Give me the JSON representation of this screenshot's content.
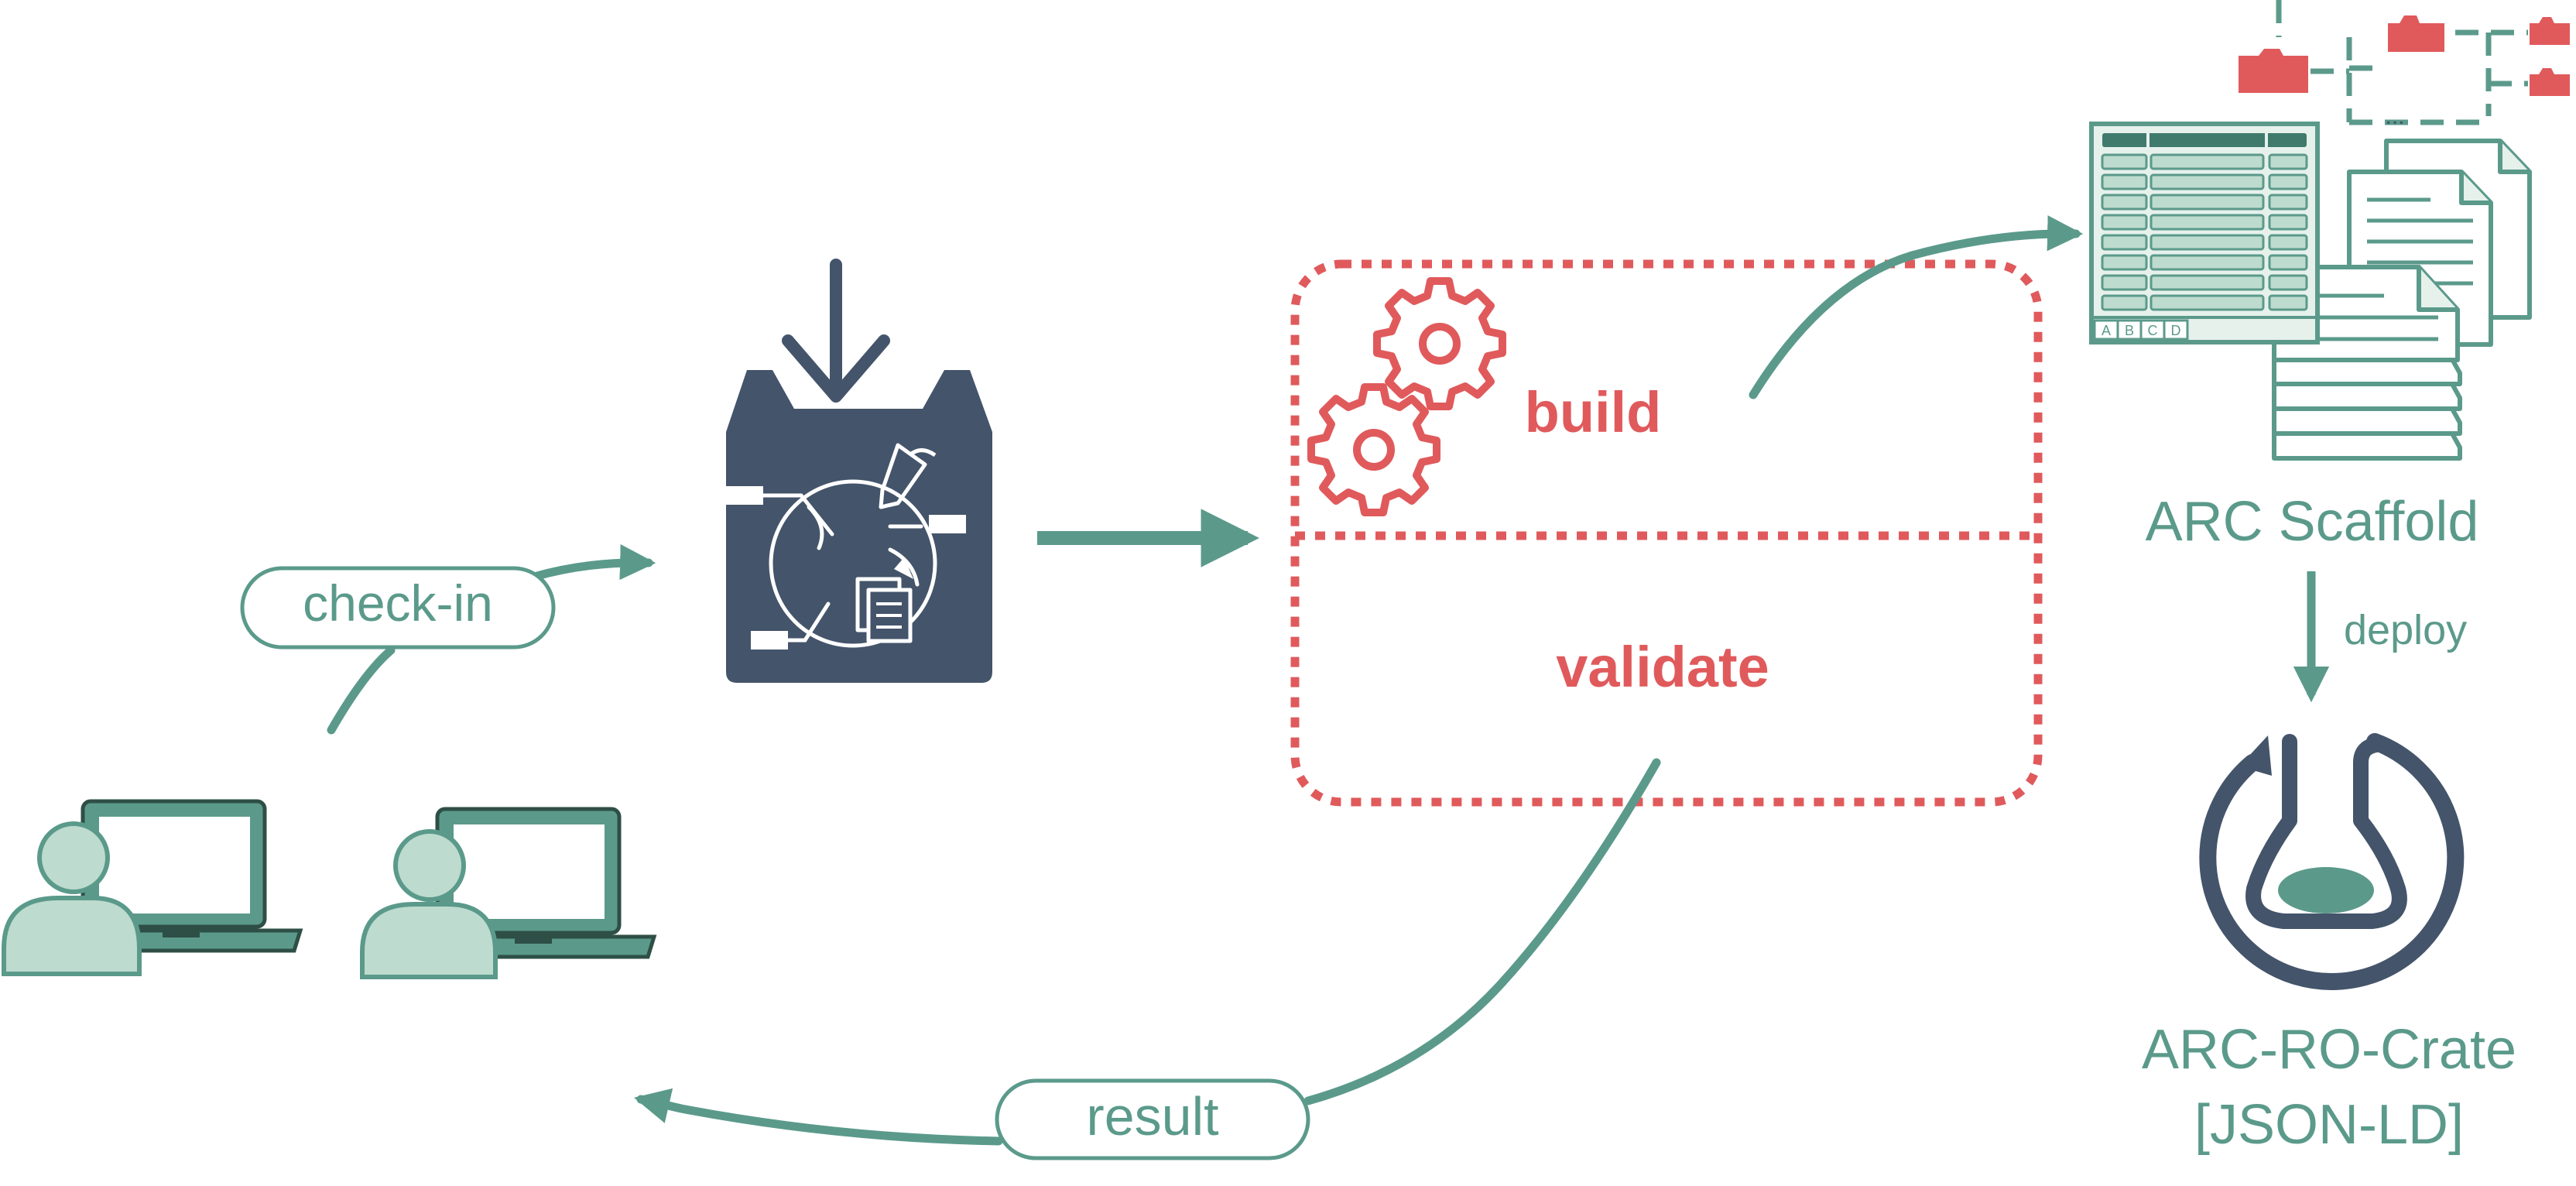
{
  "labels": {
    "check_in": "check-in",
    "build": "build",
    "validate": "validate",
    "result": "result",
    "arc_scaffold": "ARC Scaffold",
    "deploy": "deploy",
    "ro_crate_line1": "ARC-RO-Crate",
    "ro_crate_line2": "[JSON-LD]",
    "tree_ellipsis": "...",
    "spreadsheet_tabs": [
      "A",
      "B",
      "C",
      "D"
    ]
  },
  "colors": {
    "teal": "#5B9A8B",
    "teal_light": "#BDDBCE",
    "teal_pale": "#E6F1EC",
    "red": "#E05A5C",
    "navy": "#44546A",
    "white": "#FFFFFF"
  },
  "icons": {
    "users": "two-users-with-laptops-icon",
    "repository": "inbox-repository-icon",
    "gears": "gears-icon",
    "folders": "folder-tree-icon",
    "spreadsheet": "spreadsheet-icon",
    "documents": "document-stack-icon",
    "ro_crate": "ro-crate-logo-icon"
  }
}
